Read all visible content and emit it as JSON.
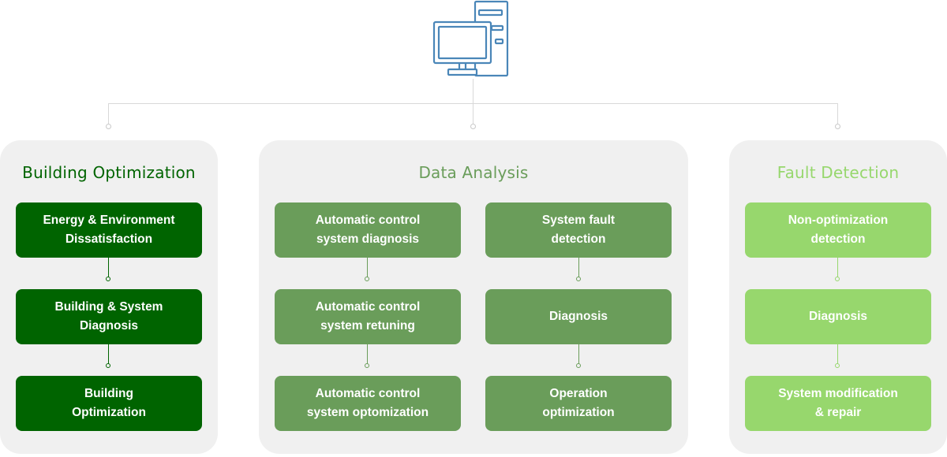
{
  "header": {
    "icon": "computer-icon"
  },
  "panels": [
    {
      "title": "Building Optimization",
      "color": "#006400",
      "steps": [
        "Energy & Environment\nDissatisfaction",
        "Building & System\nDiagnosis",
        "Building\nOptimization"
      ]
    },
    {
      "title": "Data Analysis",
      "color": "#6a9d5a",
      "columns": [
        [
          "Automatic control\nsystem diagnosis",
          "Automatic control\nsystem retuning",
          "Automatic control\nsystem optomization"
        ],
        [
          "System fault\ndetection",
          "Diagnosis",
          "Operation\noptimization"
        ]
      ]
    },
    {
      "title": "Fault Detection",
      "color": "#97d76d",
      "steps": [
        "Non-optimization\ndetection",
        "Diagnosis",
        "System modification\n& repair"
      ]
    }
  ]
}
